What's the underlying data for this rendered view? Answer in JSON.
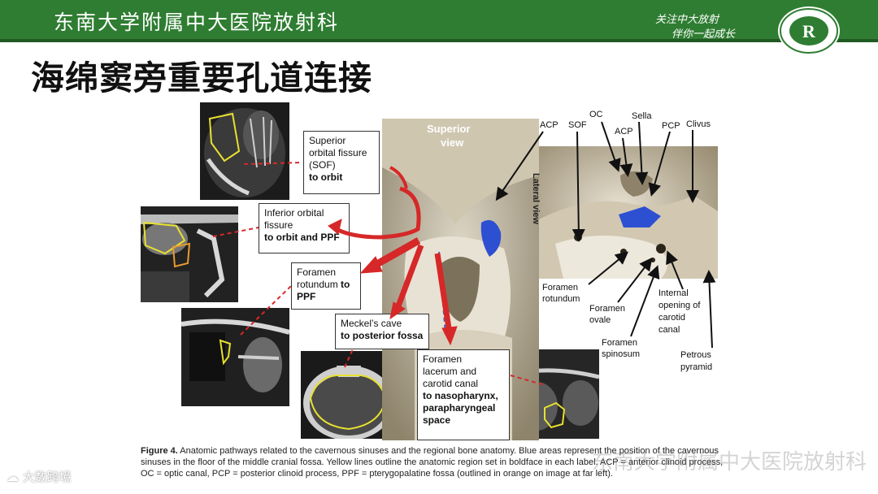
{
  "header": {
    "title": "东南大学附属中大医院放射科",
    "motto_line1": "关注中大放射",
    "motto_line2": "伴你一起成长",
    "logo_letter": "R"
  },
  "slide": {
    "title": "海绵窦旁重要孔道连接"
  },
  "boxes": {
    "sof": {
      "l1": "Superior",
      "l2": "orbital fissure",
      "l3": "(SOF)",
      "bold": "to orbit"
    },
    "iof": {
      "l1": "Inferior orbital",
      "l2": "fissure",
      "bold": "to orbit and PPF"
    },
    "rot": {
      "l1": "Foramen",
      "l2": "rotundum",
      "bold_inline": " to",
      "bold": "PPF"
    },
    "meckel": {
      "l1": "Meckel’s cave",
      "bold": "to posterior fossa"
    },
    "lacerum": {
      "l1": "Foramen",
      "l2": "lacerum and",
      "l3": "carotid canal",
      "bold1": "to nasopharynx,",
      "bold2": "parapharyngeal",
      "bold3": "space"
    }
  },
  "superior_view": {
    "label1": "Superior",
    "label2": "view",
    "acp": "ACP"
  },
  "lateral_view": {
    "label": "Lateral view",
    "labels": {
      "sof": "SOF",
      "oc": "OC",
      "acp": "ACP",
      "sella": "Sella",
      "pcp": "PCP",
      "clivus": "Clivus",
      "foramen_rotundum_1": "Foramen",
      "foramen_rotundum_2": "rotundum",
      "foramen_ovale_1": "Foramen",
      "foramen_ovale_2": "ovale",
      "foramen_spinosum_1": "Foramen",
      "foramen_spinosum_2": "spinosum",
      "internal_1": "Internal",
      "internal_2": "opening of",
      "internal_3": "carotid",
      "internal_4": "canal",
      "petrous_1": "Petrous",
      "petrous_2": "pyramid"
    }
  },
  "caption": {
    "fig": "Figure 4.",
    "text": "   Anatomic pathways related to the cavernous sinuses and the regional bone anatomy. Blue areas represent the position of the cavernous sinuses in the floor of the middle cranial fossa. Yellow lines outline the anatomic region set in boldface in each label. ACP = anterior clinoid process, OC = optic canal, PCP = posterior clinoid process, PPF = pterygopalatine fossa (outlined in orange on image at far left)."
  },
  "watermarks": {
    "right": "东南大学附属中大医院放射科",
    "left": "大数跨境"
  },
  "colors": {
    "header_green": "#2f7d32",
    "arrow_red": "#d62828",
    "cavernous_blue": "#2d4fd1",
    "outline_yellow": "#e8e030"
  }
}
